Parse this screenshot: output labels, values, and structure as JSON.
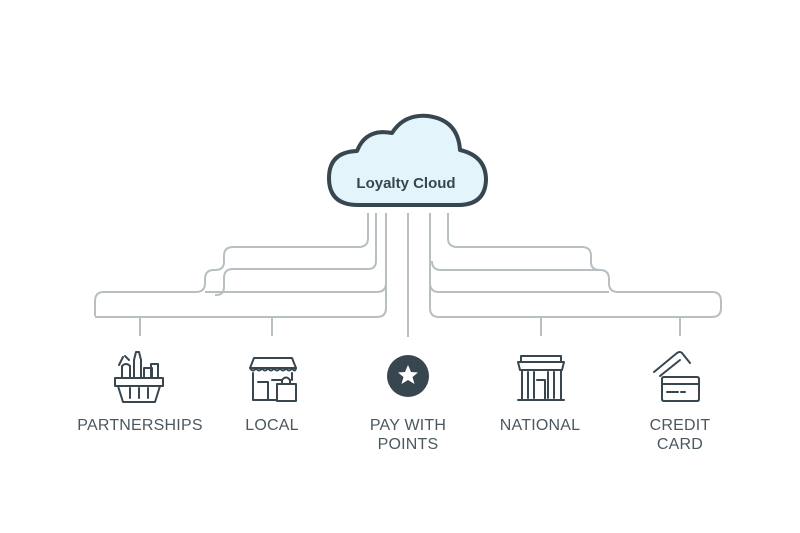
{
  "hub": {
    "title": "Loyalty Cloud"
  },
  "nodes": [
    {
      "id": "partnerships",
      "icon": "grocery-basket-icon",
      "lines": [
        "PARTNERSHIPS"
      ]
    },
    {
      "id": "local",
      "icon": "storefront-with-bag-icon",
      "lines": [
        "LOCAL"
      ]
    },
    {
      "id": "points",
      "icon": "star-badge-icon",
      "lines": [
        "PAY WITH",
        "POINTS"
      ]
    },
    {
      "id": "national",
      "icon": "department-store-icon",
      "lines": [
        "NATIONAL"
      ]
    },
    {
      "id": "credit",
      "icon": "credit-cards-icon",
      "lines": [
        "CREDIT",
        "CARD"
      ]
    }
  ],
  "colors": {
    "connector": "#b8bfc3",
    "icon_stroke": "#38474f",
    "cloud_fill": "#e3f4fa",
    "cloud_stroke": "#38474f",
    "label": "#4a5860"
  }
}
